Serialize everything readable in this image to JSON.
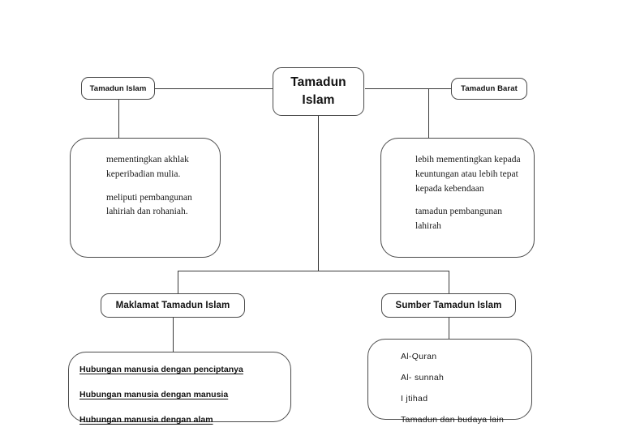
{
  "diagram": {
    "type": "mind-map",
    "title": "Tamadun Islam",
    "hub": {
      "line1": "Tamadun",
      "line2": "Islam"
    },
    "branches": {
      "left_label": "Tamadun Islam",
      "right_label": "Tamadun Barat"
    },
    "left_panel": {
      "paragraphs": [
        [
          "mementingkan akhlak",
          "keperibadian mulia."
        ],
        [
          "meliputi pembangunan",
          "lahiriah dan rohaniah."
        ]
      ]
    },
    "right_panel": {
      "paragraphs": [
        [
          "lebih mementingkan kepada",
          "keuntungan atau lebih tepat",
          "kepada kebendaan"
        ],
        [
          "tamadun pembangunan",
          "lahirah"
        ]
      ]
    },
    "sections": [
      {
        "heading": "Maklamat Tamadun Islam",
        "items": [
          "Hubungan manusia dengan penciptanya",
          "Hubungan manusia dengan manusia",
          "Hubungan manusia dengan alam"
        ]
      },
      {
        "heading": "Sumber Tamadun Islam",
        "items": [
          "Al-Quran",
          "Al- sunnah",
          "I jtihad",
          "Tamadun dan budaya lain"
        ]
      }
    ],
    "colors": {
      "stroke": "#4a4a4a",
      "line": "#3a3a3a",
      "text": "#111111",
      "background": "#ffffff"
    }
  }
}
